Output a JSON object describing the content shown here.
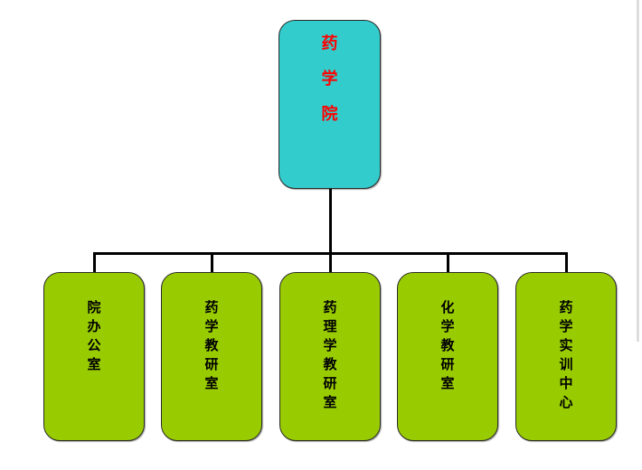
{
  "colors": {
    "root_fill": "#33CCCC",
    "root_text": "#FF0000",
    "child_fill": "#99CC00",
    "child_text": "#000000",
    "connector": "#000000"
  },
  "root": {
    "label": "药学院",
    "chars": [
      "药",
      "学",
      "院"
    ]
  },
  "children": [
    {
      "label": "院办公室",
      "chars": [
        "院",
        "办",
        "公",
        "室"
      ]
    },
    {
      "label": "药学教研室",
      "chars": [
        "药",
        "学",
        "教",
        "研",
        "室"
      ]
    },
    {
      "label": "药理学教研室",
      "chars": [
        "药",
        "理",
        "学",
        "教",
        "研",
        "室"
      ]
    },
    {
      "label": "化学教研室",
      "chars": [
        "化",
        "学",
        "教",
        "研",
        "室"
      ]
    },
    {
      "label": "药学实训中心",
      "chars": [
        "药",
        "学",
        "实",
        "训",
        "中",
        "心"
      ]
    }
  ]
}
